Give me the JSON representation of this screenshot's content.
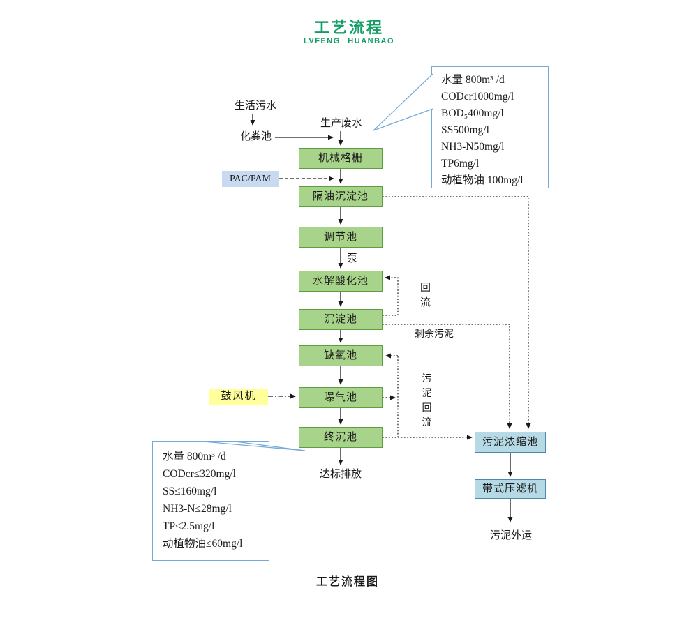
{
  "header": {
    "title": "工艺流程",
    "subtitle": "LVFENG HUANBAO"
  },
  "flow": {
    "domestic_sewage": "生活污水",
    "septic_tank": "化粪池",
    "production_wastewater": "生产废水",
    "mechanical_screen": "机械格栅",
    "pac_pam": "PAC/PAM",
    "oil_separation_tank": "隔油沉淀池",
    "regulating_tank": "调节池",
    "pump": "泵",
    "hydrolysis_tank": "水解酸化池",
    "sedimentation_tank": "沉淀池",
    "anoxic_tank": "缺氧池",
    "blower": "鼓风机",
    "aeration_tank": "曝气池",
    "final_sedimentation_tank": "终沉池",
    "discharge": "达标排放",
    "reflux": "回流",
    "excess_sludge": "剩余污泥",
    "sludge_return": "污泥回流",
    "sludge_thickening_tank": "污泥浓缩池",
    "belt_filter_press": "带式压滤机",
    "sludge_transport": "污泥外运"
  },
  "influent_box": {
    "lines": [
      "水量 800m³ /d",
      "CODcr1000mg/l",
      "BOD₅400mg/l",
      "SS500mg/l",
      "NH3-N50mg/l",
      "TP6mg/l",
      "动植物油 100mg/l"
    ]
  },
  "effluent_box": {
    "lines": [
      "水量 800m³ /d",
      "CODcr≤320mg/l",
      "SS≤160mg/l",
      "NH3-N≤28mg/l",
      "TP≤2.5mg/l",
      "动植物油≤60mg/l"
    ]
  },
  "caption": "工艺流程图",
  "colors": {
    "accent_green": "#149e67",
    "process_box": "#a8d38a",
    "process_box_border": "#5f9e3f",
    "chemical_box": "#c7daf0",
    "blower_box": "#ffff9c",
    "sludge_box": "#b6d9e6",
    "callout_border": "#74a9d8"
  }
}
